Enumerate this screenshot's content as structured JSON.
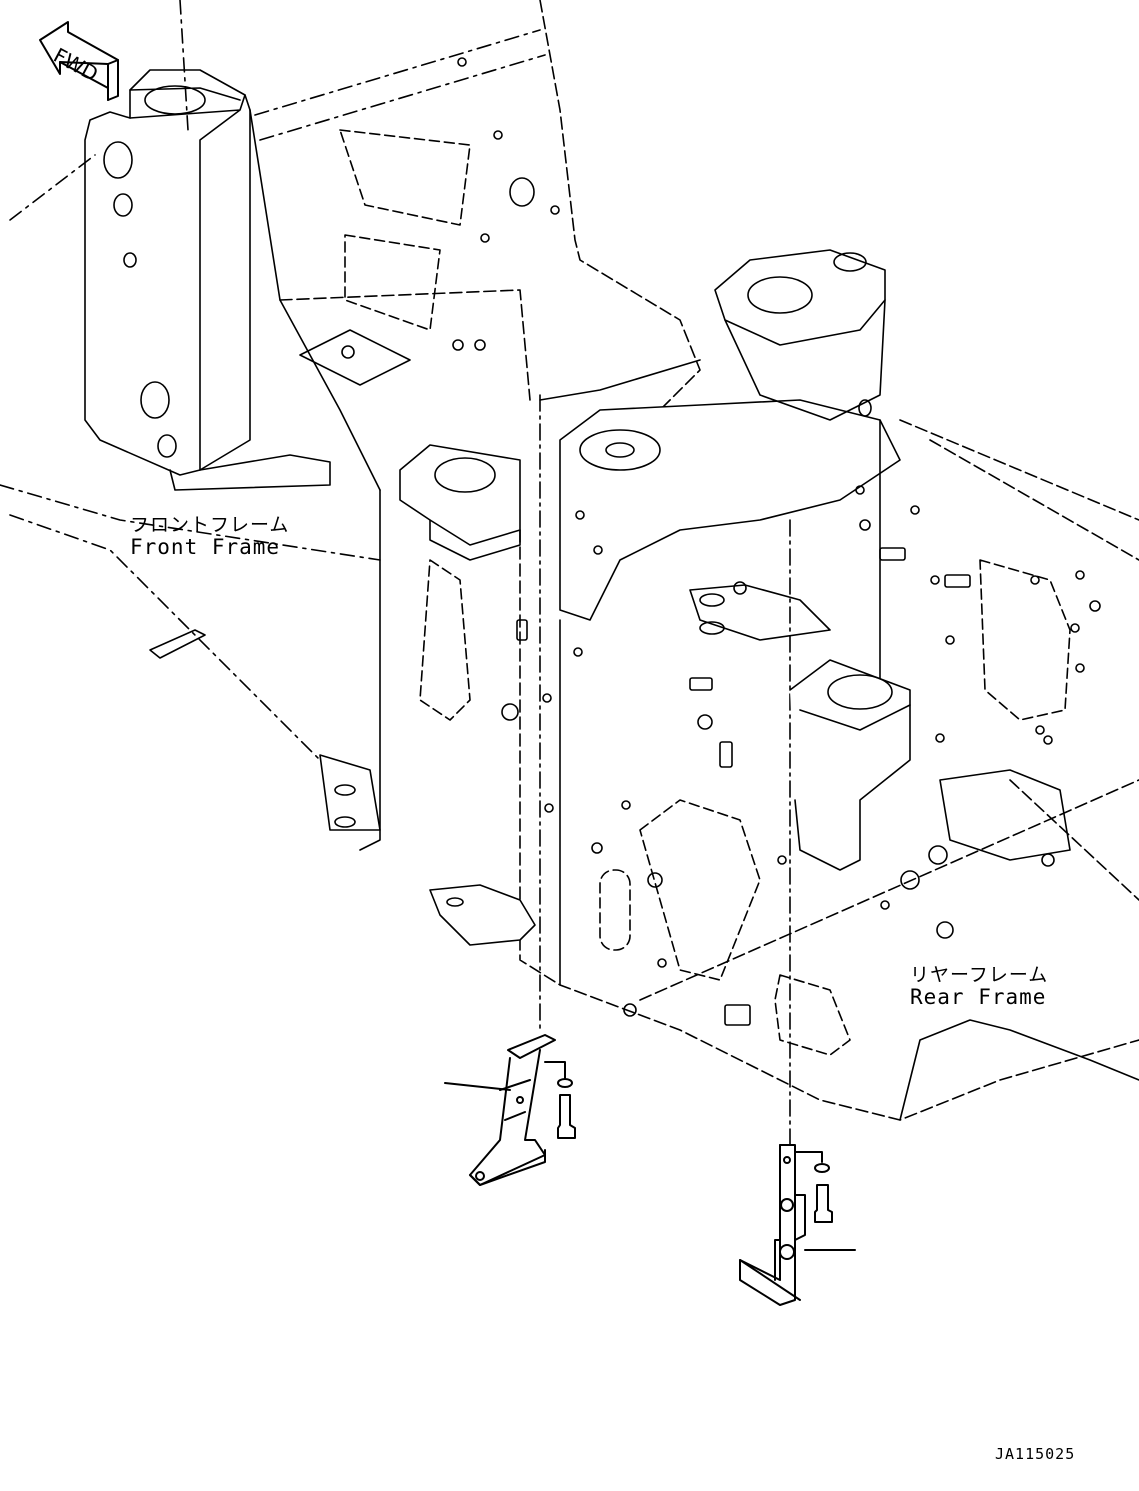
{
  "direction_arrow": {
    "text": "FWD"
  },
  "labels": {
    "front_frame_jp": "フロントフレーム",
    "front_frame_en": "Front Frame",
    "rear_frame_jp": "リヤーフレーム",
    "rear_frame_en": "Rear Frame"
  },
  "drawing_code": "JA115025"
}
